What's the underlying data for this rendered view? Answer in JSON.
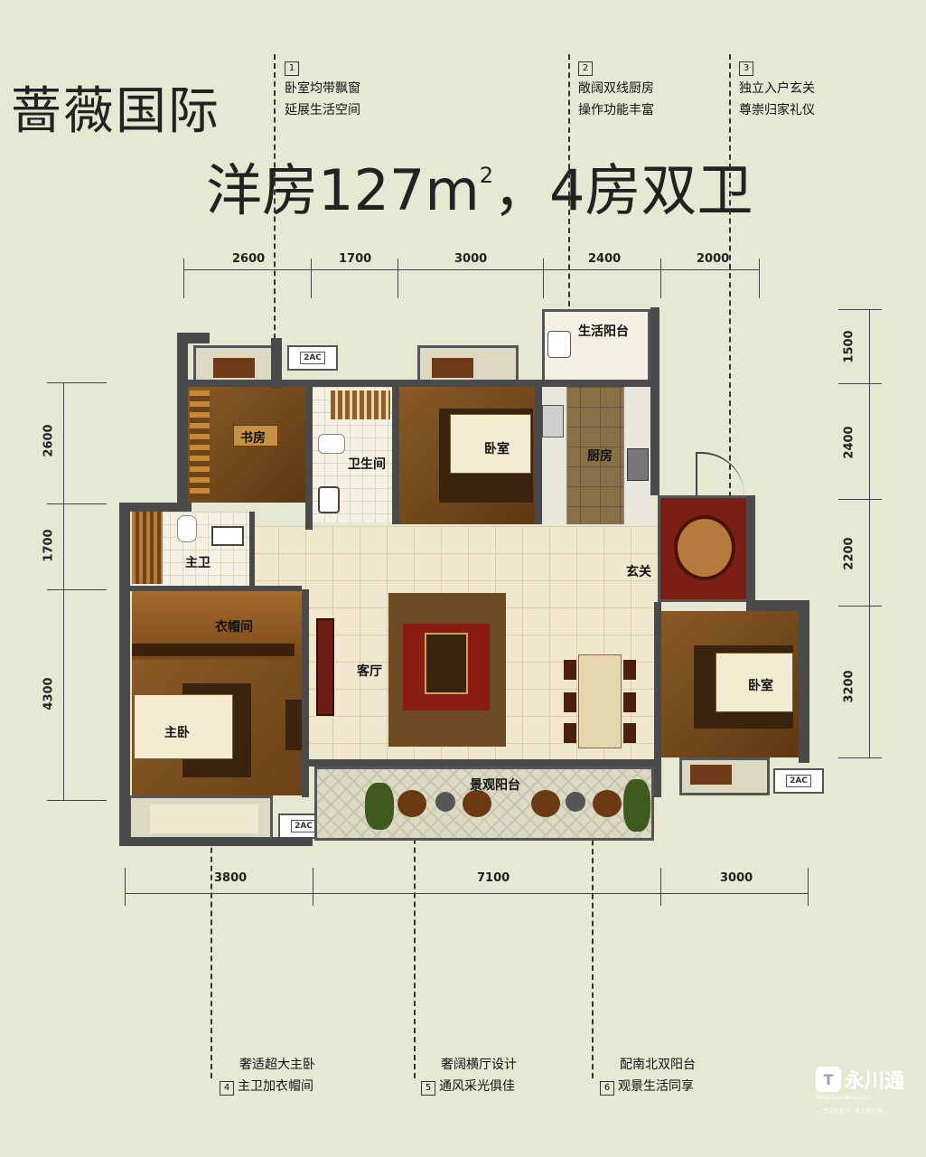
{
  "brand": "蔷薇国际",
  "headline": {
    "prefix": "洋房127m",
    "sup": "2",
    "suffix": "，4房双卫"
  },
  "features_top": [
    {
      "num": "1",
      "line1": "卧室均带飘窗",
      "line2": "延展生活空间"
    },
    {
      "num": "2",
      "line1": "敞阔双线厨房",
      "line2": "操作功能丰富"
    },
    {
      "num": "3",
      "line1": "独立入户玄关",
      "line2": "尊崇归家礼仪"
    }
  ],
  "features_bottom": [
    {
      "num": "4",
      "line1": "奢适超大主卧",
      "line2": "主卫加衣帽间"
    },
    {
      "num": "5",
      "line1": "奢阔横厅设计",
      "line2": "通风采光俱佳"
    },
    {
      "num": "6",
      "line1": "配南北双阳台",
      "line2": "观景生活同享"
    }
  ],
  "dims_top": [
    "2600",
    "1700",
    "3000",
    "2400",
    "2000"
  ],
  "dims_bottom": [
    "3800",
    "7100",
    "3000"
  ],
  "dims_left": [
    "2600",
    "1700",
    "4300"
  ],
  "dims_right": [
    "1500",
    "2400",
    "2200",
    "3200"
  ],
  "rooms": {
    "study": "书房",
    "bath": "卫生间",
    "bedroom_north": "卧室",
    "kitchen": "厨房",
    "utility_balcony": "生活阳台",
    "foyer": "玄关",
    "master_bath": "主卫",
    "closet": "衣帽间",
    "living": "客厅",
    "master_bedroom": "主卧",
    "bedroom_east": "卧室",
    "view_balcony": "景观阳台"
  },
  "ac_label": "2AC",
  "logo": {
    "name": "永川通",
    "domain": "Yongchuantong.com",
    "slogan": "— 生活在永川 · 爱上永川通 —"
  },
  "colors": {
    "wood": "#7a4a1c",
    "tile": "#efe8cf",
    "kitchen": "#8a7048",
    "wall": "#4a4a4a"
  }
}
